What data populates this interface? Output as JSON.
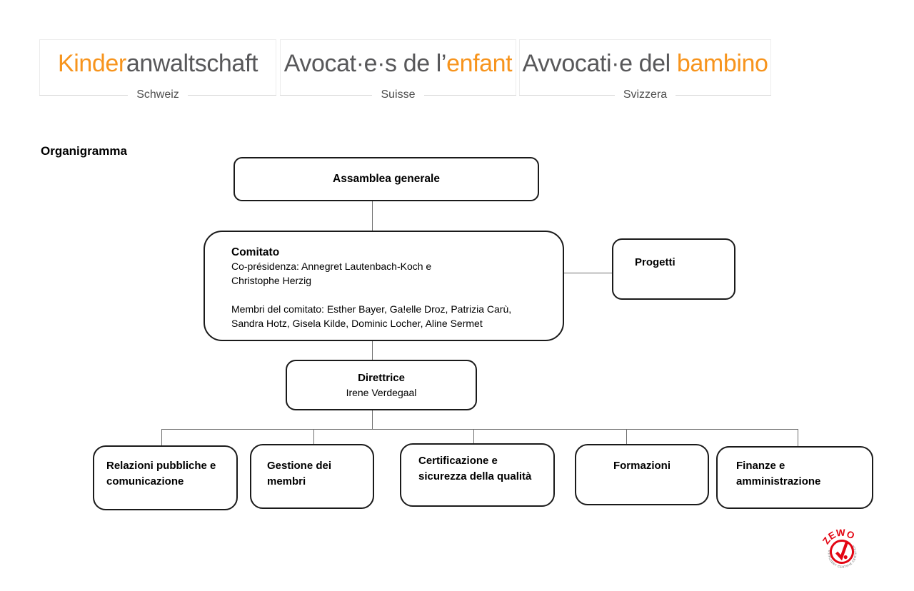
{
  "colors": {
    "accent_orange": "#f7941d",
    "logo_gray": "#58585a",
    "box_border": "#1a1a1a",
    "connector_gray": "#6e6e6e",
    "seal_red": "#e30613",
    "logo_box_border": "#ececec",
    "sublabel_line": "#d9d9d9"
  },
  "logos": [
    {
      "name": "Kinderanwaltschaft",
      "segments": [
        {
          "text": "Kinder",
          "accent": true
        },
        {
          "text": "anwaltschaft",
          "accent": false
        }
      ],
      "sublabel": "Schweiz"
    },
    {
      "name": "Avocat·e·s de l’enfant",
      "segments": [
        {
          "text": "Avocat·e·s de l’",
          "accent": false
        },
        {
          "text": "enfant",
          "accent": true
        }
      ],
      "sublabel": "Suisse"
    },
    {
      "name": "Avvocati·e del bambino",
      "segments": [
        {
          "text": "Avvocati·e del ",
          "accent": false
        },
        {
          "text": "bambino",
          "accent": true
        }
      ],
      "sublabel": "Svizzera"
    }
  ],
  "org_title": "Organigramma",
  "chart": {
    "assemblea": {
      "title": "Assamblea generale"
    },
    "comitato": {
      "title": "Comitato",
      "paragraphs": [
        [
          "Co-présidenza: Annegret Lautenbach-Koch e",
          "Christophe Herzig"
        ],
        [
          "Membri del comitato: Esther Bayer, Ga!elle Droz, Patrizia Carù,",
          "Sandra Hotz, Gisela Kilde, Dominic Locher, Aline Sermet"
        ]
      ]
    },
    "progetti": {
      "title": "Progetti"
    },
    "direttrice": {
      "title": "Direttrice",
      "name": "Irene Verdegaal"
    },
    "departments": [
      {
        "label": "Relazioni pubbliche e comunicazione"
      },
      {
        "label": "Gestione dei membri"
      },
      {
        "label": "Certificazione e sicurezza della qualità"
      },
      {
        "label": "Formazioni"
      },
      {
        "label": "Finanze e amministrazione"
      }
    ]
  },
  "zewo": {
    "label": "ZEWO",
    "ring_text": "ZERTIFIZIERT  CERTIFIÉ  CERTIFICATO"
  }
}
